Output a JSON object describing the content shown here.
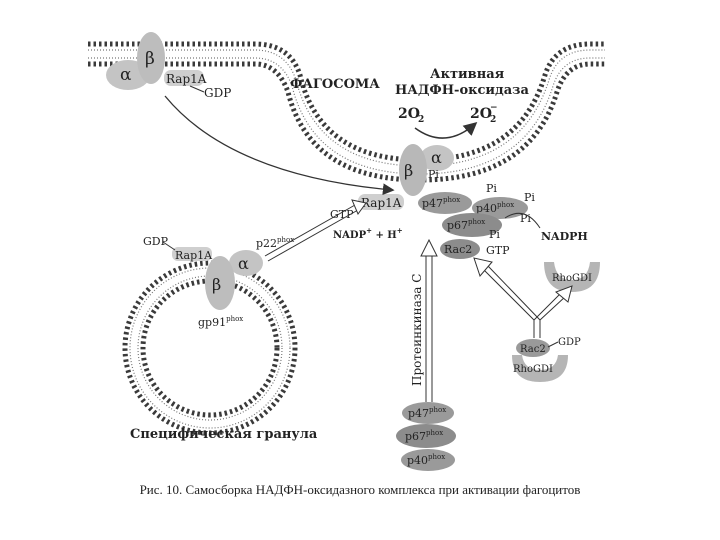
{
  "labels": {
    "phagosome": "ФАГОСОМА",
    "active_oxidase_line1": "Активная",
    "active_oxidase_line2": "НАДФН-оксидаза",
    "o2": "2O",
    "o2_sub": "2",
    "superoxide": "2O",
    "superoxide_sub": "2",
    "superoxide_sup": "−",
    "alpha": "α",
    "beta": "β",
    "rap1a": "Rap1A",
    "gdp": "GDP",
    "gtp": "GTP",
    "pi": "Pi",
    "p47": "p47",
    "p40": "p40",
    "p67": "p67",
    "phox": "phox",
    "rac2": "Rac2",
    "nadp": "NADP",
    "nadp_plus": "+",
    "plus_h": " + H",
    "h_plus": "+",
    "nadph": "NADPH",
    "rhogdi": "RhoGDI",
    "p22": "p22",
    "gp91": "gp91",
    "pkc": "Протеинкиназа С",
    "granule": "Специфическая гранула"
  },
  "caption": "Рис. 10.  Самосборка НАДФН-оксидазного комплекса при активации фагоцитов",
  "colors": {
    "membrane": "#3a3a3a",
    "protein_light": "#c4c4c4",
    "protein_mid": "#9a9a9a",
    "protein_dark": "#7a7a7a",
    "text": "#222222"
  }
}
